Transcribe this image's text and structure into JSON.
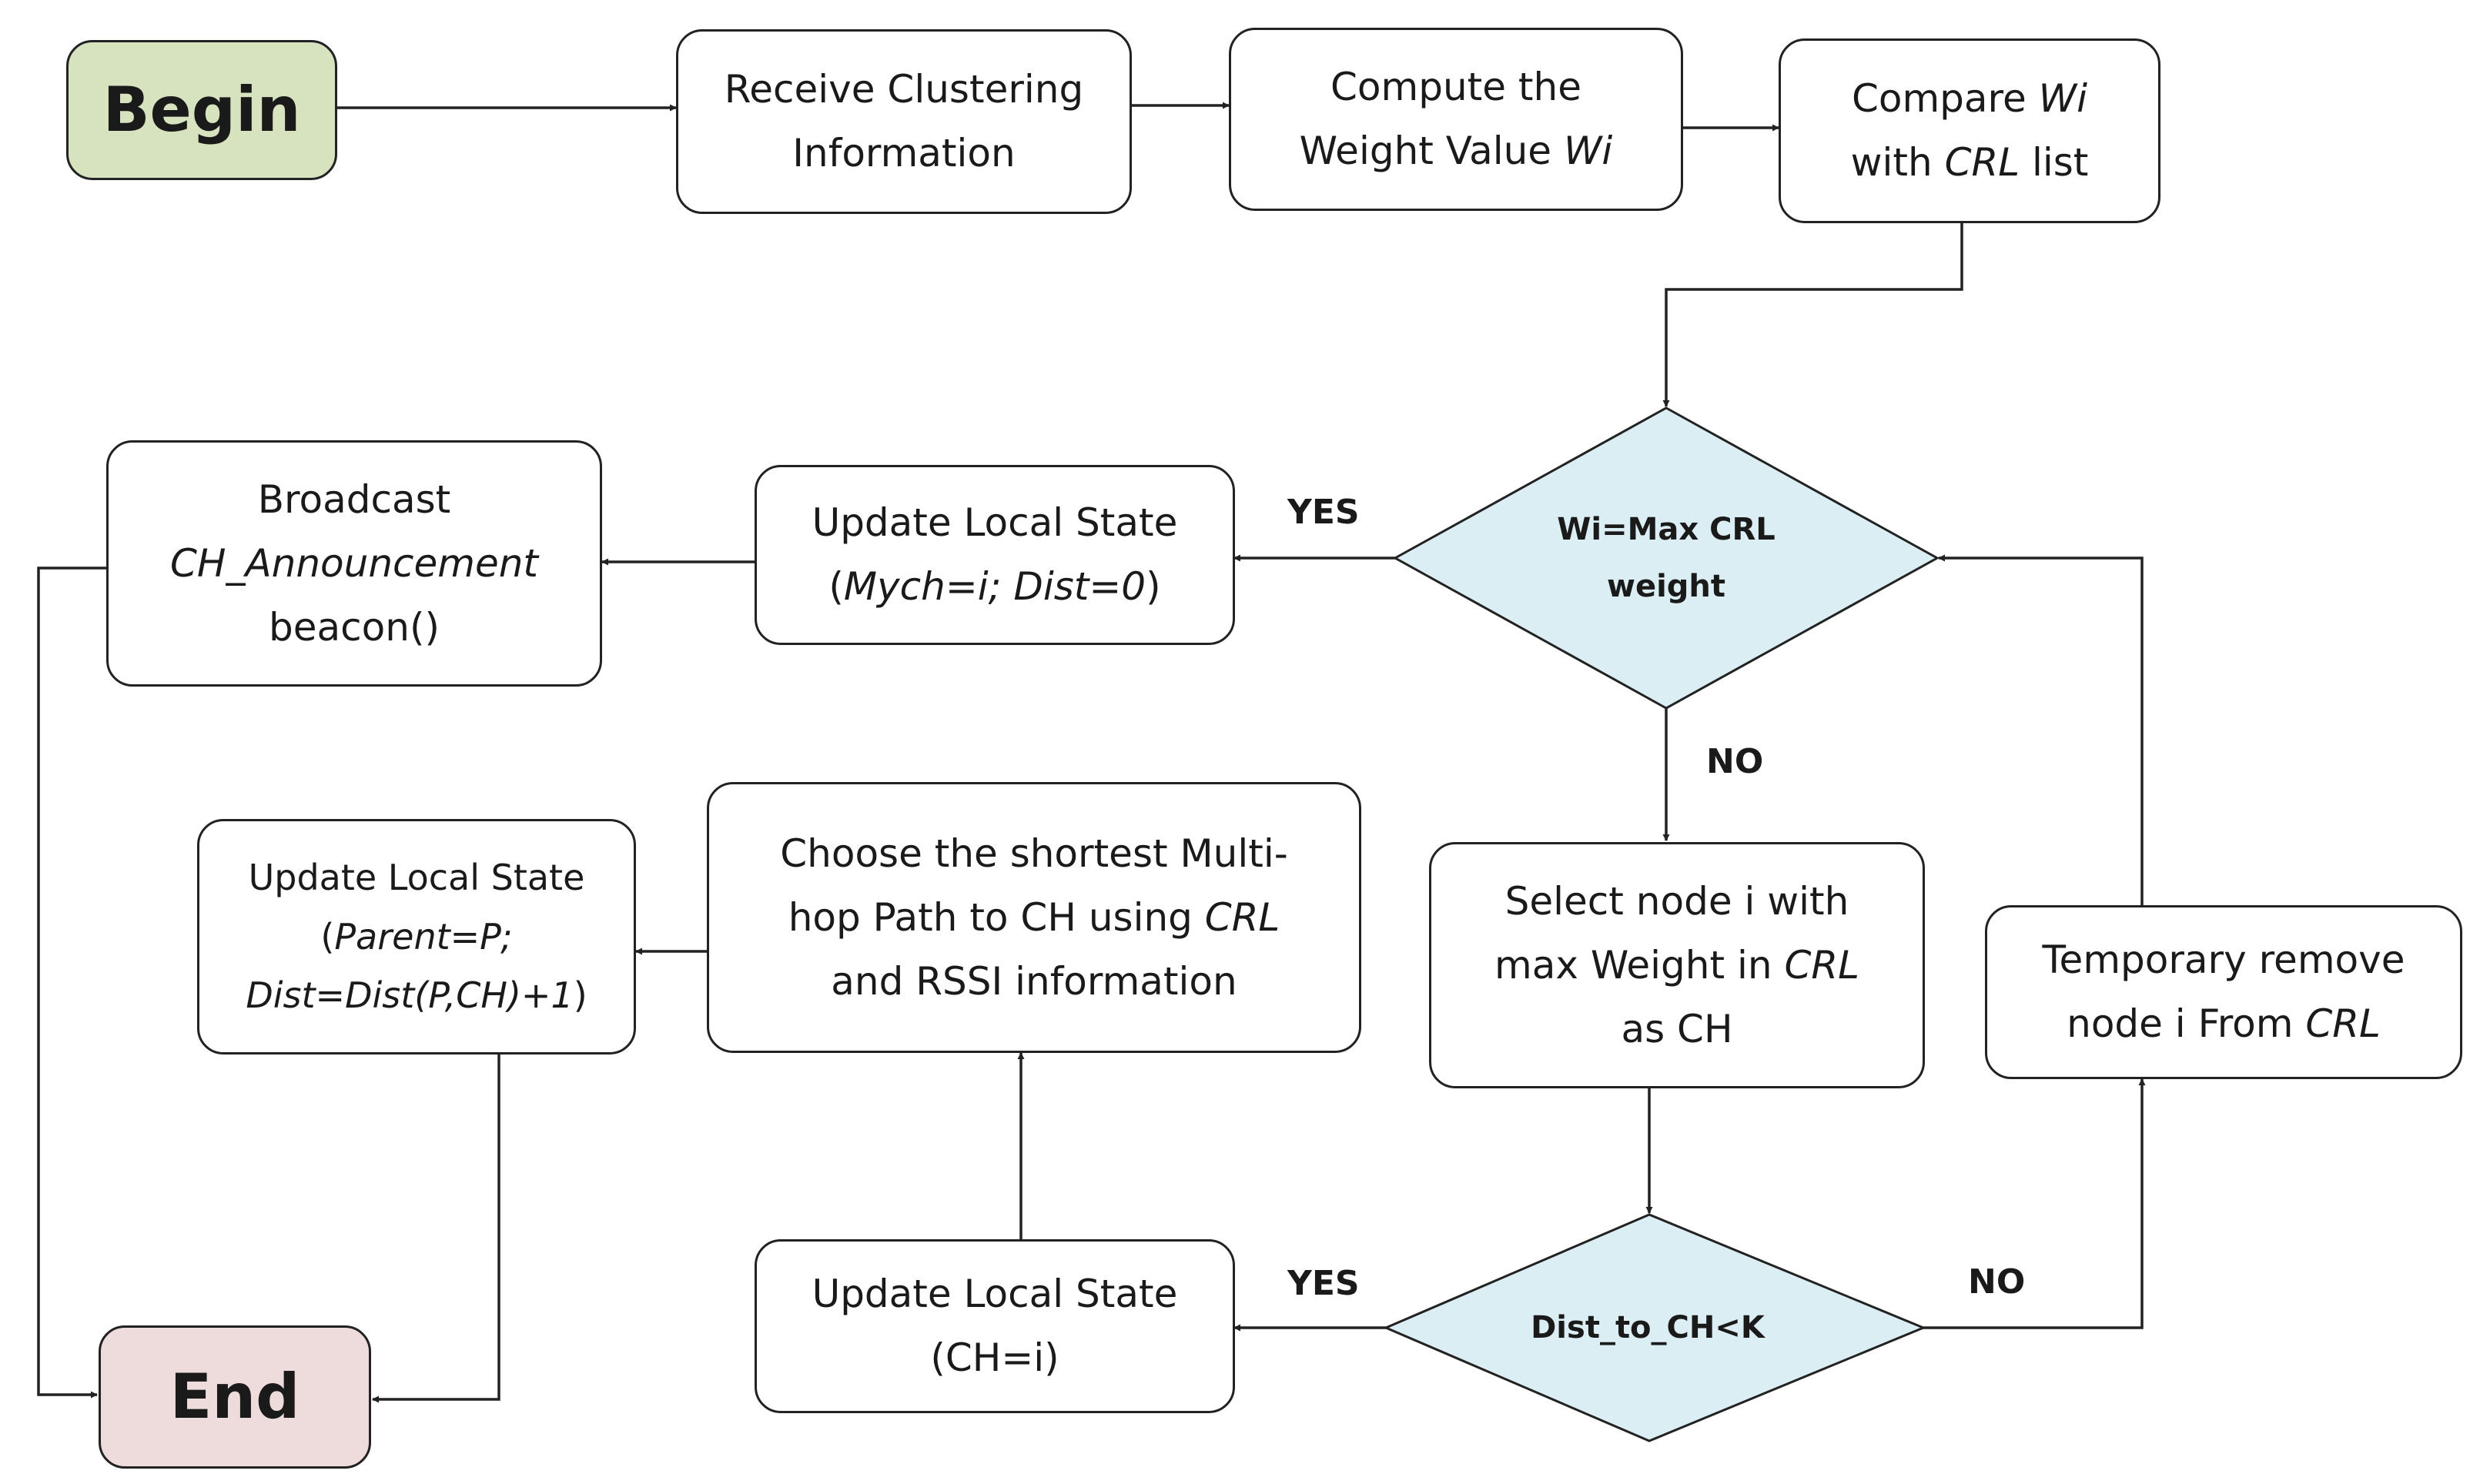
{
  "colors": {
    "begin_fill": "#d6e3be",
    "end_fill": "#eedcdc",
    "decision_fill": "#dbeef3",
    "stroke": "#222222"
  },
  "nodes": {
    "begin": {
      "label": "Begin"
    },
    "receive": {
      "line1": "Receive Clustering",
      "line2": "Information"
    },
    "compute": {
      "line1_a": "Compute the",
      "line2_a": "Weight Value ",
      "line2_b": "Wi"
    },
    "compare": {
      "line1_a": "Compare ",
      "line1_b": "Wi",
      "line2_a": "with ",
      "line2_b": "CRL",
      "line2_c": " list"
    },
    "decision_max": {
      "line1": "Wi=Max CRL",
      "line2": "weight"
    },
    "update_self": {
      "line1": "Update Local State",
      "line2_a": "(",
      "line2_b": "Mych=i; Dist=0",
      "line2_c": ")"
    },
    "broadcast": {
      "line1": "Broadcast",
      "line2": "CH_Announcement",
      "line3": "beacon()"
    },
    "select": {
      "line1": "Select node i with",
      "line2_a": "max Weight in ",
      "line2_b": "CRL",
      "line3": "as CH"
    },
    "temp_remove": {
      "line1": "Temporary remove",
      "line2_a": "node i From ",
      "line2_b": "CRL"
    },
    "choose_path": {
      "line1": "Choose the shortest Multi-",
      "line2_a": "hop Path to CH using ",
      "line2_b": "CRL",
      "line3": "and RSSI information"
    },
    "update_parent": {
      "line1": "Update Local State",
      "line2_a": "(",
      "line2_b": "Parent=P;",
      "line3_a": "Dist=Dist(P,CH)+1",
      "line3_b": ")"
    },
    "decision_dist": {
      "line1": "Dist_to_CH<K"
    },
    "update_ch": {
      "line1": "Update Local State",
      "line2": "(CH=i)"
    },
    "end": {
      "label": "End"
    }
  },
  "edge_labels": {
    "yes_top": "YES",
    "no_down": "NO",
    "yes_bottom": "YES",
    "no_right": "NO"
  }
}
